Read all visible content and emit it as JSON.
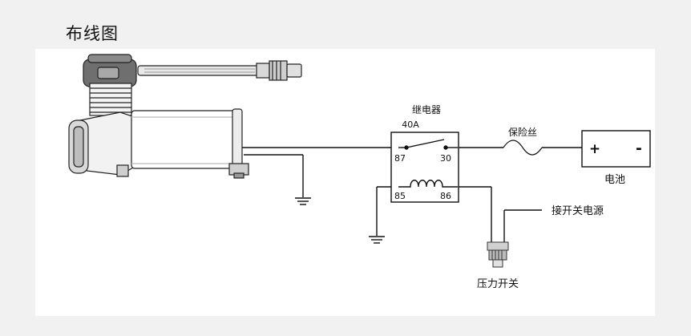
{
  "page": {
    "title": "布线图"
  },
  "diagram": {
    "relay": {
      "title": "继电器",
      "rating": "40A",
      "pin_87": "87",
      "pin_30": "30",
      "pin_85": "85",
      "pin_86": "86"
    },
    "fuse": {
      "label": "保险丝"
    },
    "battery": {
      "label": "电池",
      "positive": "+",
      "negative": "-"
    },
    "power_switch": {
      "label": "接开关电源"
    },
    "pressure_switch": {
      "label": "压力开关"
    }
  }
}
